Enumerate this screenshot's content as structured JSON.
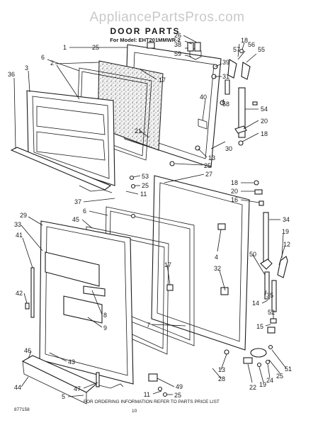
{
  "watermark": "AppliancePartsPros.com",
  "title": "DOOR PARTS",
  "model_line": "For Model: EHT201MMWR-2",
  "footer": {
    "code": "877158",
    "instruction": "FOR ORDERING INFORMATION REFER TO PARTS PRICE LIST",
    "page_number": "10"
  },
  "callouts": {
    "c1": "1",
    "c25a": "25",
    "c26": "26",
    "c38": "38",
    "c59": "59",
    "c18a": "18",
    "c57": "57",
    "c56": "56",
    "c55": "55",
    "c6a": "6",
    "c2": "2",
    "c3": "3",
    "c36": "36",
    "c17a": "17",
    "c39": "39",
    "c31": "31",
    "c58": "58",
    "c40": "40",
    "c54": "54",
    "c21": "21",
    "c20a": "20",
    "c18b": "18",
    "c30": "30",
    "c13a": "13",
    "c25b": "25",
    "c53": "53",
    "c25c": "25",
    "c11a": "11",
    "c27": "27",
    "c18c": "18",
    "c20b": "20",
    "c16": "16",
    "c37": "37",
    "c29": "29",
    "c6b": "6",
    "c45": "45",
    "c34": "34",
    "c33": "33",
    "c41": "41",
    "c19a": "19",
    "c12": "12",
    "c4": "4",
    "c50": "50",
    "c17b": "17",
    "c32": "32",
    "c42": "42",
    "c35": "35",
    "c14": "14",
    "c8": "8",
    "c9": "9",
    "c52": "52",
    "c7": "7",
    "c15": "15",
    "c46": "46",
    "c43": "43",
    "c13b": "13",
    "c28": "28",
    "c44": "44",
    "c47": "47",
    "c49": "49",
    "c5": "5",
    "c11b": "11",
    "c25d": "25",
    "c51": "51",
    "c22": "22",
    "c19b": "19",
    "c24": "24",
    "c25e": "25"
  }
}
